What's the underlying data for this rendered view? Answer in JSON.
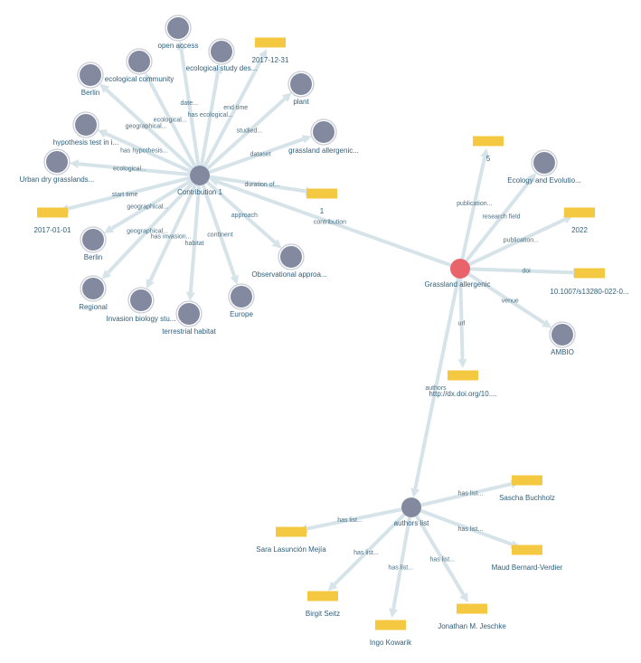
{
  "colors": {
    "edge": "#d6e4ea",
    "resource": "#838aa0",
    "literal": "#f5c842",
    "focus": "#e8646a",
    "label": "#2f5f7a",
    "edge_label": "#4a6f82"
  },
  "nodes": [
    {
      "id": "contribution",
      "label": "Contribution 1",
      "kind": "resource"
    },
    {
      "id": "paper",
      "label": "Grassland allergenic",
      "kind": "focus"
    },
    {
      "id": "authors",
      "label": "authors list",
      "kind": "resource"
    },
    {
      "id": "open_access",
      "label": "open access",
      "kind": "resource"
    },
    {
      "id": "eco_community",
      "label": "ecological community",
      "kind": "resource"
    },
    {
      "id": "berlin_top",
      "label": "Berlin",
      "kind": "resource"
    },
    {
      "id": "eco_study",
      "label": "ecological study des...",
      "kind": "resource"
    },
    {
      "id": "end_date",
      "label": "2017-12-31",
      "kind": "literal"
    },
    {
      "id": "plant",
      "label": "plant",
      "kind": "resource"
    },
    {
      "id": "hypothesis",
      "label": "hypothesis test in i...",
      "kind": "resource"
    },
    {
      "id": "dataset",
      "label": "grassland allergenic...",
      "kind": "resource"
    },
    {
      "id": "urban",
      "label": "Urban dry grasslands...",
      "kind": "resource"
    },
    {
      "id": "start_date",
      "label": "2017-01-01",
      "kind": "literal"
    },
    {
      "id": "duration",
      "label": "1",
      "kind": "literal"
    },
    {
      "id": "berlin_mid",
      "label": "Berlin",
      "kind": "resource"
    },
    {
      "id": "regional",
      "label": "Regional",
      "kind": "resource"
    },
    {
      "id": "invasion",
      "label": "Invasion biology stu...",
      "kind": "resource"
    },
    {
      "id": "terrestrial",
      "label": "terrestrial habitat",
      "kind": "resource"
    },
    {
      "id": "europe",
      "label": "Europe",
      "kind": "resource"
    },
    {
      "id": "observational",
      "label": "Observational approa...",
      "kind": "resource"
    },
    {
      "id": "five",
      "label": "5",
      "kind": "literal"
    },
    {
      "id": "ecology_evo",
      "label": "Ecology and Evolutio...",
      "kind": "resource"
    },
    {
      "id": "year",
      "label": "2022",
      "kind": "literal"
    },
    {
      "id": "doi",
      "label": "10.1007/s13280-022-0...",
      "kind": "literal"
    },
    {
      "id": "ambio",
      "label": "AMBIO",
      "kind": "resource"
    },
    {
      "id": "url",
      "label": "http://dx.doi.org/10....",
      "kind": "literal"
    },
    {
      "id": "buchholz",
      "label": "Sascha Buchholz",
      "kind": "literal"
    },
    {
      "id": "bernard",
      "label": "Maud Bernard-Verdier",
      "kind": "literal"
    },
    {
      "id": "lasuncion",
      "label": "Sara Lasunción Mejía",
      "kind": "literal"
    },
    {
      "id": "seitz",
      "label": "Birgit Seitz",
      "kind": "literal"
    },
    {
      "id": "kowarik",
      "label": "Ingo Kowarik",
      "kind": "literal"
    },
    {
      "id": "jeschke",
      "label": "Jonathan M. Jeschke",
      "kind": "literal"
    }
  ],
  "edges": [
    {
      "from": "contribution",
      "to": "open_access",
      "label": "date..."
    },
    {
      "from": "contribution",
      "to": "eco_community",
      "label": "ecological..."
    },
    {
      "from": "contribution",
      "to": "berlin_top",
      "label": "geographical..."
    },
    {
      "from": "contribution",
      "to": "eco_study",
      "label": "has ecological..."
    },
    {
      "from": "contribution",
      "to": "end_date",
      "label": "end time"
    },
    {
      "from": "contribution",
      "to": "plant",
      "label": "studied..."
    },
    {
      "from": "contribution",
      "to": "hypothesis",
      "label": "has hypothesis..."
    },
    {
      "from": "contribution",
      "to": "dataset",
      "label": "dataset"
    },
    {
      "from": "contribution",
      "to": "urban",
      "label": "ecological..."
    },
    {
      "from": "contribution",
      "to": "start_date",
      "label": "start time"
    },
    {
      "from": "contribution",
      "to": "duration",
      "label": "duration of..."
    },
    {
      "from": "contribution",
      "to": "berlin_mid",
      "label": "geographical..."
    },
    {
      "from": "contribution",
      "to": "regional",
      "label": "geographical..."
    },
    {
      "from": "contribution",
      "to": "invasion",
      "label": "has invasion..."
    },
    {
      "from": "contribution",
      "to": "terrestrial",
      "label": "habitat"
    },
    {
      "from": "contribution",
      "to": "europe",
      "label": "continent"
    },
    {
      "from": "contribution",
      "to": "observational",
      "label": "approach"
    },
    {
      "from": "paper",
      "to": "contribution",
      "label": "contribution"
    },
    {
      "from": "paper",
      "to": "five",
      "label": "publication..."
    },
    {
      "from": "paper",
      "to": "ecology_evo",
      "label": "research field"
    },
    {
      "from": "paper",
      "to": "year",
      "label": "publication..."
    },
    {
      "from": "paper",
      "to": "doi",
      "label": "doi"
    },
    {
      "from": "paper",
      "to": "ambio",
      "label": "venue"
    },
    {
      "from": "paper",
      "to": "url",
      "label": "url"
    },
    {
      "from": "paper",
      "to": "authors",
      "label": "authors"
    },
    {
      "from": "authors",
      "to": "buchholz",
      "label": "has list..."
    },
    {
      "from": "authors",
      "to": "bernard",
      "label": "has list..."
    },
    {
      "from": "authors",
      "to": "lasuncion",
      "label": "has list..."
    },
    {
      "from": "authors",
      "to": "seitz",
      "label": "has list..."
    },
    {
      "from": "authors",
      "to": "kowarik",
      "label": "has list..."
    },
    {
      "from": "authors",
      "to": "jeschke",
      "label": "has list..."
    }
  ]
}
